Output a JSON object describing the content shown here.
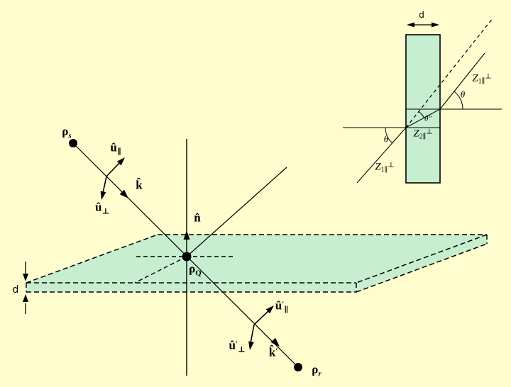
{
  "colors": {
    "bg": "#FFFCCD",
    "slab": "#C8EED0",
    "ink": "#000000"
  },
  "main": {
    "source": {
      "base": "ρ",
      "sub": "s"
    },
    "receiver": {
      "base": "ρ",
      "sub": "r"
    },
    "intersection": {
      "base": "ρ",
      "sub": "Q"
    },
    "normal": {
      "base": "n̂"
    },
    "u_parallel": {
      "base": "û",
      "sub": "∥"
    },
    "u_perp": {
      "base": "û",
      "sub": "⊥"
    },
    "k": {
      "base": "k̂"
    },
    "u_parallel_prime": {
      "base": "û",
      "prime": "′",
      "sub": "∥"
    },
    "u_perp_prime": {
      "base": "û",
      "prime": "′",
      "sub": "⊥"
    },
    "k_prime": {
      "base": "k̂",
      "prime": "′"
    },
    "thickness": "d"
  },
  "inset": {
    "thickness": "d",
    "theta_incidence": "θ",
    "theta_refraction": "θ″",
    "theta_transmission": "θ",
    "impedance_right": {
      "base": "Z",
      "sub": "1∥",
      "sup": "⊥"
    },
    "impedance_slab": {
      "base": "Z",
      "sub": "2∥",
      "sup": "⊥"
    },
    "impedance_left": {
      "base": "Z",
      "sub": "1∥",
      "sup": "⊥"
    }
  }
}
